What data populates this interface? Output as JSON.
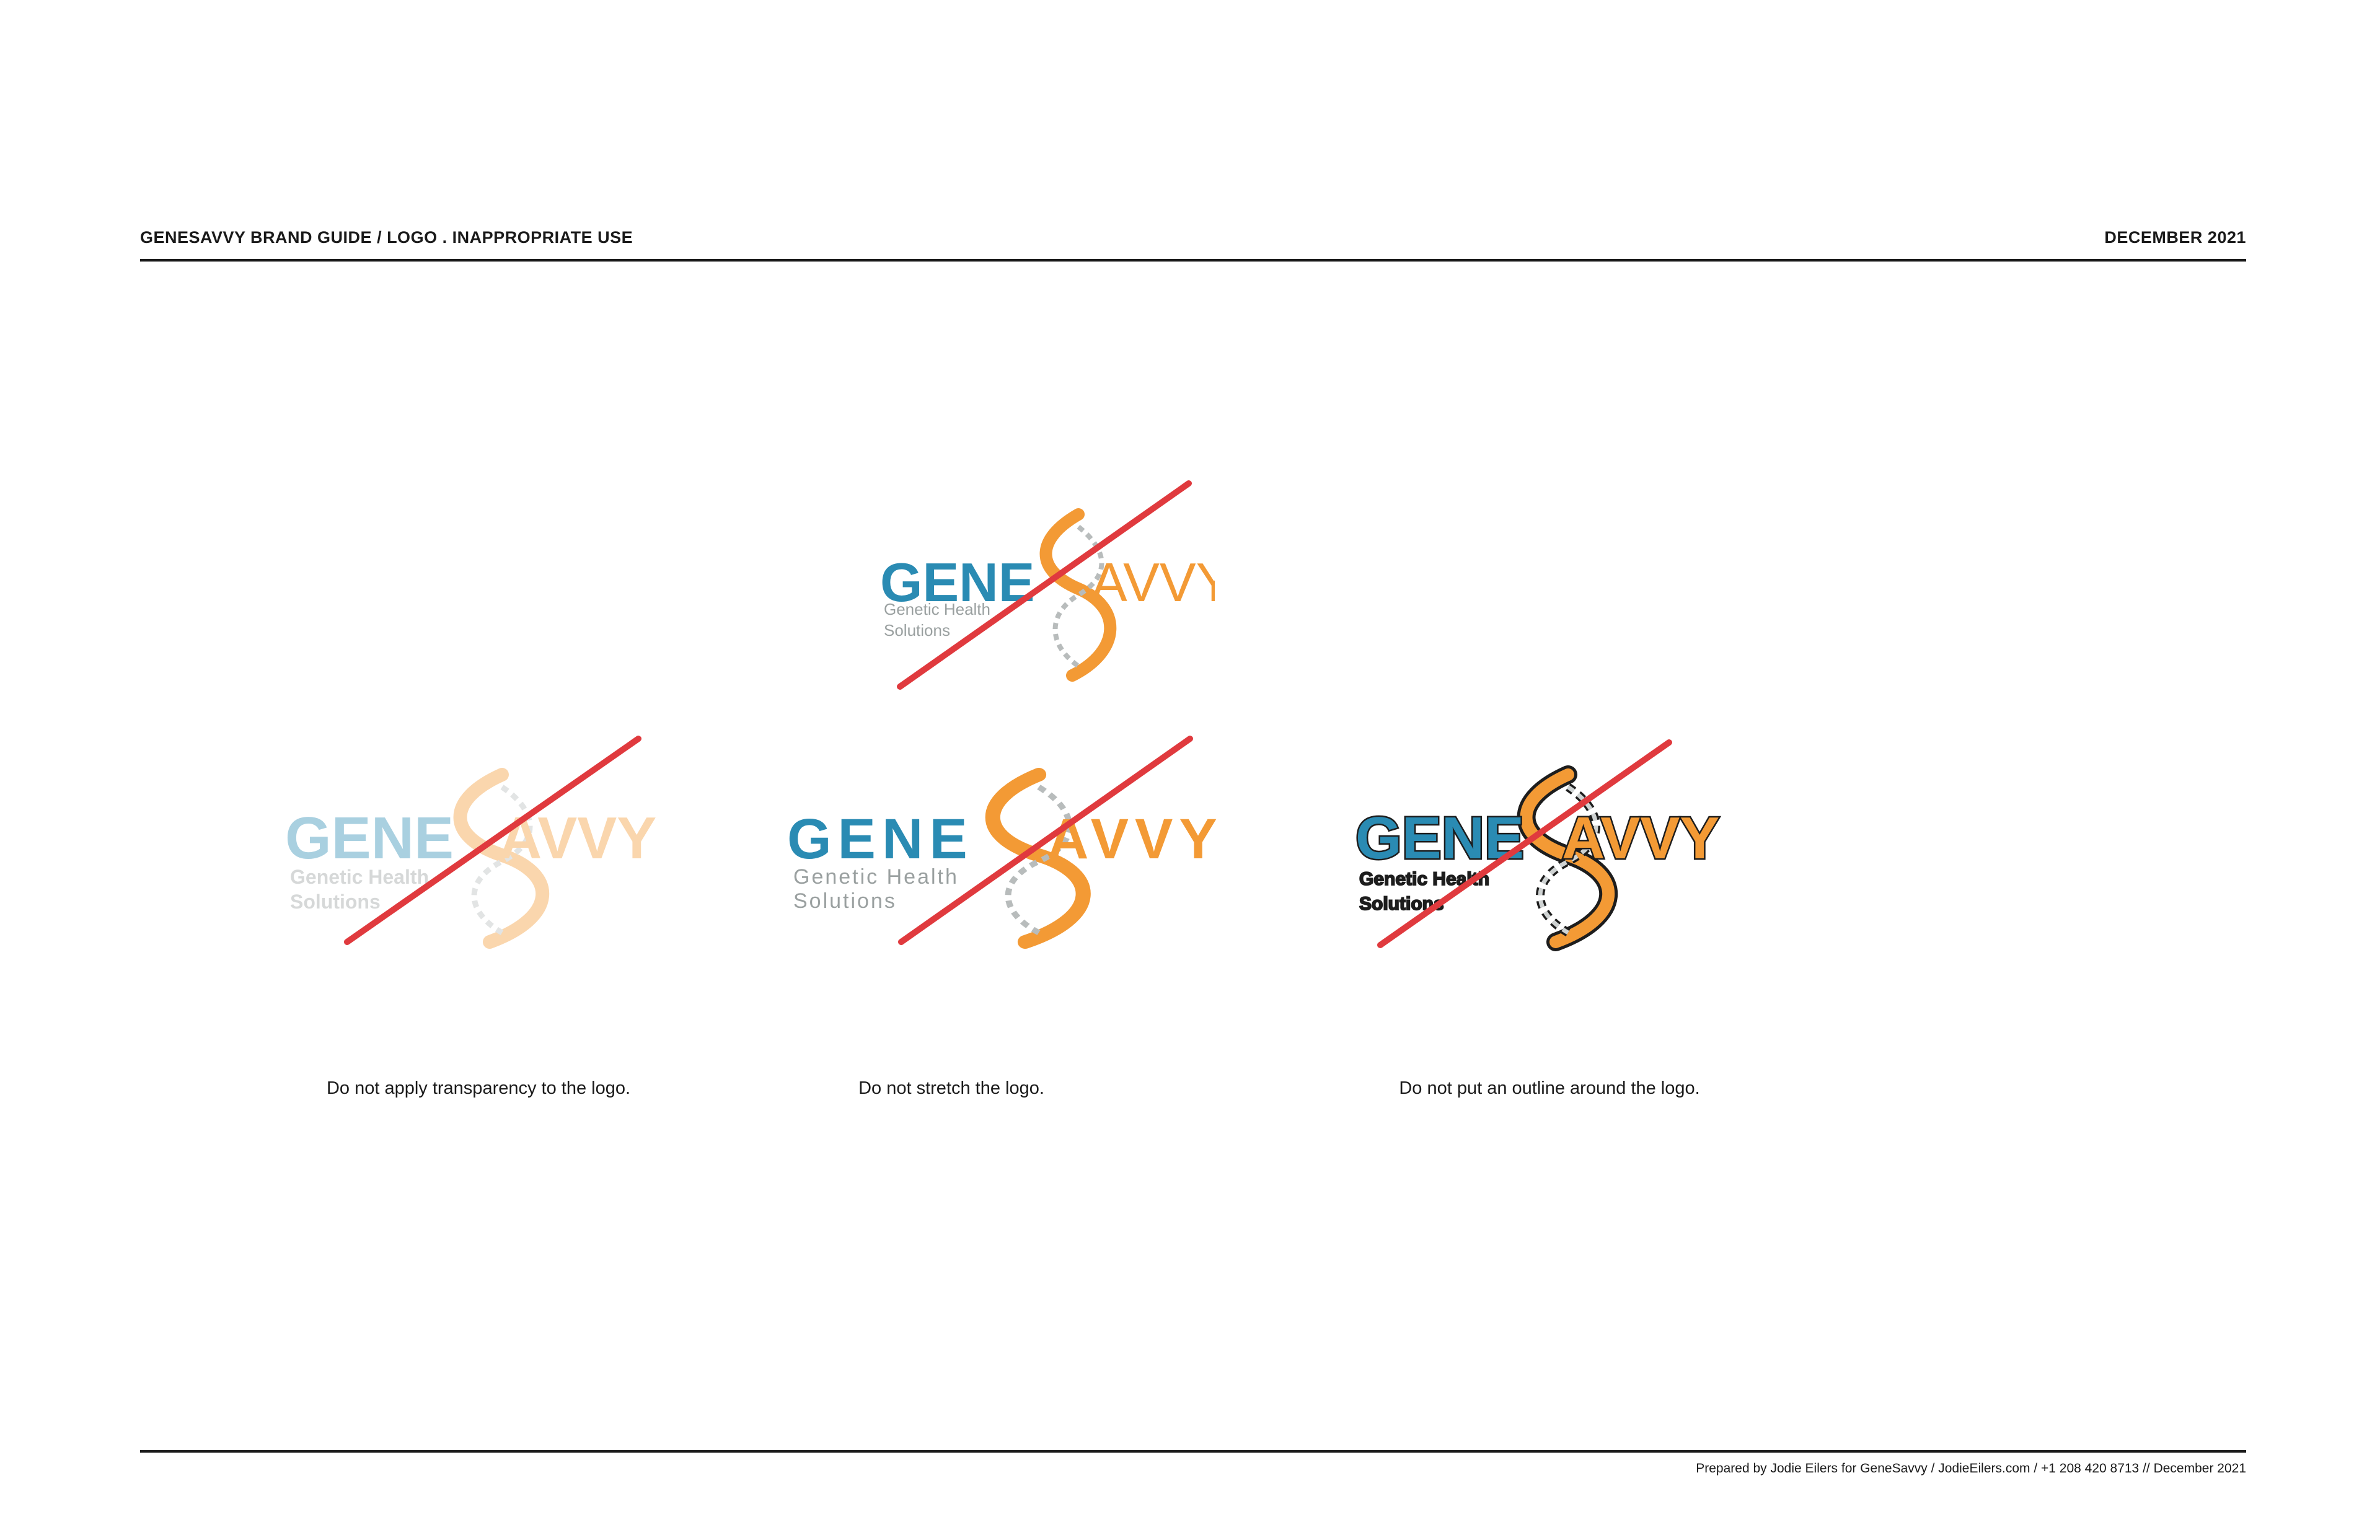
{
  "header": {
    "title": "GENESAVVY BRAND GUIDE / LOGO . INAPPROPRIATE USE",
    "date": "DECEMBER 2021"
  },
  "logo_text": {
    "gene": "GENE",
    "avvy": "AVVY",
    "mixed_gene": "GENE",
    "mixed_avvy": "AVVY",
    "tagline_1": "Genetic Health",
    "tagline_2": "Solutions"
  },
  "captions": {
    "transparency": "Do not apply transparency to the logo.",
    "stretch": "Do not stretch the logo.",
    "outline": "Do not put an outline around the logo."
  },
  "footer": {
    "text": "Prepared by Jodie Eilers for GeneSavvy  / JodieEilers.com / +1 208 420 8713 // December 2021"
  },
  "colors": {
    "brand_blue": "#2a8bb3",
    "brand_orange": "#f39a35",
    "tagline_gray": "#9aa0a0",
    "strike_red": "#e03a3e",
    "outline_dark": "#1d1d1d"
  }
}
